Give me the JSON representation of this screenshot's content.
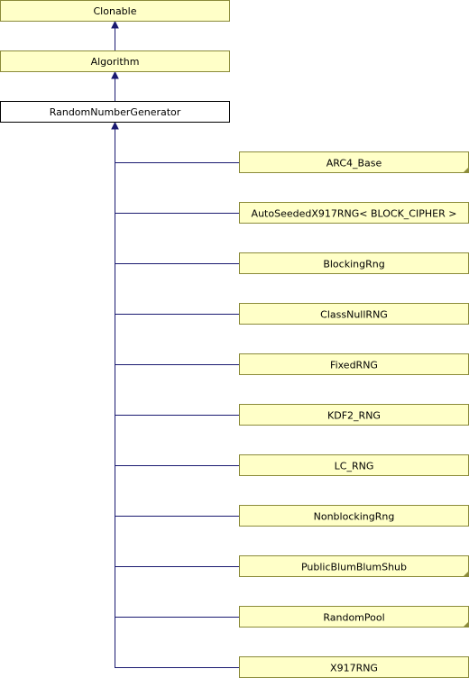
{
  "ancestors": [
    {
      "label": "Clonable",
      "style": "yellow"
    },
    {
      "label": "Algorithm",
      "style": "yellow"
    },
    {
      "label": "RandomNumberGenerator",
      "style": "white"
    }
  ],
  "children": [
    {
      "label": "ARC4_Base",
      "truncated": true
    },
    {
      "label": "AutoSeededX917RNG< BLOCK_CIPHER >",
      "truncated": false
    },
    {
      "label": "BlockingRng",
      "truncated": false
    },
    {
      "label": "ClassNullRNG",
      "truncated": false
    },
    {
      "label": "FixedRNG",
      "truncated": false
    },
    {
      "label": "KDF2_RNG",
      "truncated": false
    },
    {
      "label": "LC_RNG",
      "truncated": false
    },
    {
      "label": "NonblockingRng",
      "truncated": false
    },
    {
      "label": "PublicBlumBlumShub",
      "truncated": true
    },
    {
      "label": "RandomPool",
      "truncated": true
    },
    {
      "label": "X917RNG",
      "truncated": false
    }
  ],
  "colors": {
    "node_fill": "#ffffc8",
    "node_border": "#8b8b3a",
    "current_fill": "#ffffff",
    "current_border": "#000000",
    "edge": "#191970"
  }
}
